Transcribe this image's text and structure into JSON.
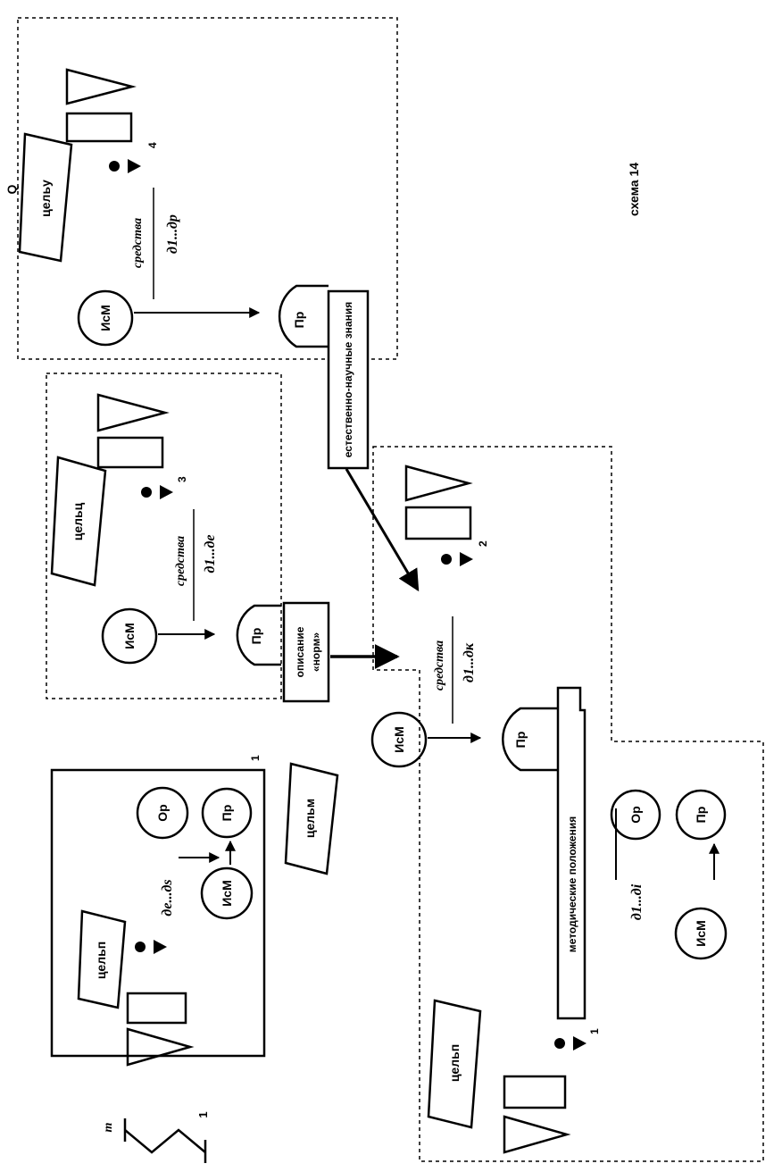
{
  "caption": "схема 14",
  "node_labels": {
    "ism": "ИсМ",
    "pr": "Пр",
    "or": "Ор"
  },
  "goals": {
    "g_y": "цельу",
    "g_c": "цельц",
    "g_m": "цельм",
    "g_p": "цельп"
  },
  "means_word": "средства",
  "means": {
    "block4": "д1...др",
    "block3": "д1...де",
    "block2": "д1...дк",
    "block1_lower": "д1...дi",
    "block1_left": "де...дs"
  },
  "knowledge": {
    "natural_science": "естественно-научные знания",
    "norms_description_line1": "описание",
    "norms_description_line2": "«норм»",
    "methodical": "методические положения"
  },
  "block_numbers": {
    "n1": "1",
    "n2": "2",
    "n3": "3",
    "n4": "4",
    "n1_left": "1"
  },
  "zigzag": {
    "top": "m",
    "bottom": "1"
  },
  "corner_mark": "Q"
}
